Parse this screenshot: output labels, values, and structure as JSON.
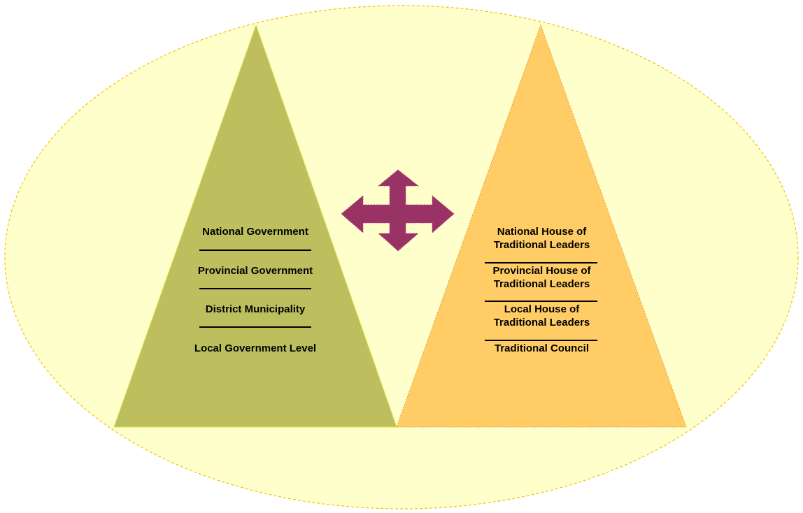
{
  "diagram": {
    "colors": {
      "ellipse_fill": "#ffffcc",
      "ellipse_border": "#f2c200",
      "left_pyramid_fill": "#bdbf5f",
      "right_pyramid_fill": "#ffcc66",
      "right_pyramid_border": "#e89a3c",
      "arrow_fill": "#993366"
    },
    "government_levels": [
      "National Government",
      "Provincial Government",
      "District Municipality",
      "Local Government Level"
    ],
    "traditional_levels": [
      [
        "National House of",
        "Traditional Leaders"
      ],
      [
        "Provincial House of",
        "Traditional Leaders"
      ],
      [
        "Local House of",
        "Traditional Leaders"
      ],
      [
        "Traditional Council"
      ]
    ],
    "connector_icon": "four-way-arrow-icon"
  }
}
